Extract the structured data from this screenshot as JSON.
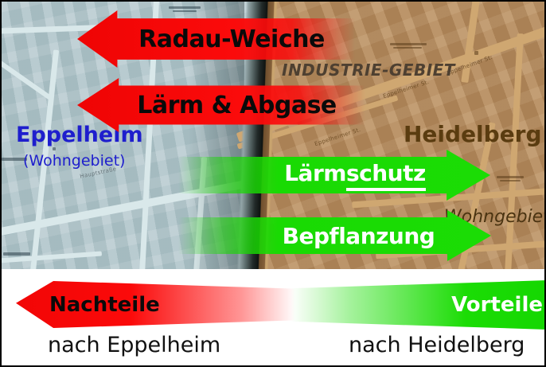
{
  "map": {
    "left": {
      "region_name": "Eppelheim",
      "region_type": "(Wohngebiet)",
      "streets": [
        {
          "name": "Hauptstraße"
        }
      ]
    },
    "right": {
      "region_name": "Heidelberg",
      "zone_industrial": "INDUSTRIE-GEBIET",
      "zone_residential": "Wohngebiet",
      "streets": [
        {
          "name": "Eppelheimer St."
        },
        {
          "name": "Eppelheimer St."
        },
        {
          "name": "Eppelheimer St."
        }
      ]
    }
  },
  "overlay_arrows": {
    "to_eppelheim": [
      {
        "label": "Radau-Weiche",
        "color": "#fb0b0b",
        "direction": "left"
      },
      {
        "label": "Lärm & Abgase",
        "color": "#fb0b0b",
        "direction": "left"
      }
    ],
    "to_heidelberg": [
      {
        "label_prefix": "Lärm",
        "label_underlined": "schutz",
        "color": "#1bdc05",
        "direction": "right"
      },
      {
        "label": "Bepflanzung",
        "color": "#1bdc05",
        "direction": "right"
      }
    ]
  },
  "legend": {
    "negative": {
      "arrow_label": "Nachteile",
      "caption": "nach Eppelheim",
      "direction": "left"
    },
    "positive": {
      "arrow_label": "Vorteile",
      "caption": "nach Heidelberg",
      "direction": "right"
    }
  },
  "colors": {
    "negative_red": "#fb0b0b",
    "positive_green": "#1bdc05",
    "eppelheim_blue": "#1e1ecd",
    "heidelberg_brown": "#5a3c10",
    "map_left_base": "#adc3c8",
    "map_right_base": "#b1875a"
  }
}
